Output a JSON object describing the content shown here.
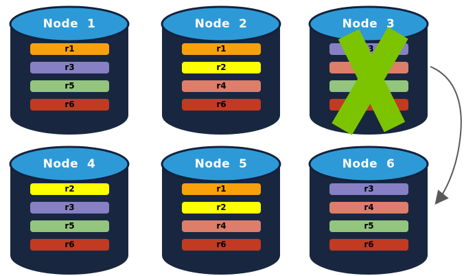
{
  "background": "#ffffff",
  "palette": {
    "cylinder_body": "#18273F",
    "cylinder_top": "#2D9AD7",
    "cylinder_border": "#13223C",
    "fail_x": "#7DC400",
    "arrow": "#595959",
    "node_label_text": "#ffffff",
    "replica_label_text": "#000000"
  },
  "nodes": [
    {
      "id": "node-1",
      "label": "Node  1",
      "failed": false,
      "replicas": [
        {
          "label": "r1",
          "color": "#F9A10B"
        },
        {
          "label": "r3",
          "color": "#8880C4"
        },
        {
          "label": "r5",
          "color": "#93C57F"
        },
        {
          "label": "r6",
          "color": "#C23A22"
        }
      ]
    },
    {
      "id": "node-2",
      "label": "Node  2",
      "failed": false,
      "replicas": [
        {
          "label": "r1",
          "color": "#F9A10B"
        },
        {
          "label": "r2",
          "color": "#FDFF00"
        },
        {
          "label": "r4",
          "color": "#DD7E6B"
        },
        {
          "label": "r6",
          "color": "#C23A22"
        }
      ]
    },
    {
      "id": "node-3",
      "label": "Node  3",
      "failed": true,
      "replicas": [
        {
          "label": "r3",
          "color": "#8880C4"
        },
        {
          "label": "",
          "color": "#DD7E6B"
        },
        {
          "label": "",
          "color": "#93C57F"
        },
        {
          "label": "",
          "color": "#C23A22"
        }
      ]
    },
    {
      "id": "node-4",
      "label": "Node  4",
      "failed": false,
      "replicas": [
        {
          "label": "r2",
          "color": "#FDFF00"
        },
        {
          "label": "r3",
          "color": "#8880C4"
        },
        {
          "label": "r5",
          "color": "#93C57F"
        },
        {
          "label": "r6",
          "color": "#C23A22"
        }
      ]
    },
    {
      "id": "node-5",
      "label": "Node  5",
      "failed": false,
      "replicas": [
        {
          "label": "r1",
          "color": "#F9A10B"
        },
        {
          "label": "r2",
          "color": "#FDFF00"
        },
        {
          "label": "r4",
          "color": "#DD7E6B"
        },
        {
          "label": "r6",
          "color": "#C23A22"
        }
      ]
    },
    {
      "id": "node-6",
      "label": "Node  6",
      "failed": false,
      "replicas": [
        {
          "label": "r3",
          "color": "#8880C4"
        },
        {
          "label": "r4",
          "color": "#DD7E6B"
        },
        {
          "label": "r5",
          "color": "#93C57F"
        },
        {
          "label": "r6",
          "color": "#C23A22"
        }
      ]
    }
  ],
  "failover_arrow": {
    "from": "Node 3",
    "to": "Node 6"
  }
}
